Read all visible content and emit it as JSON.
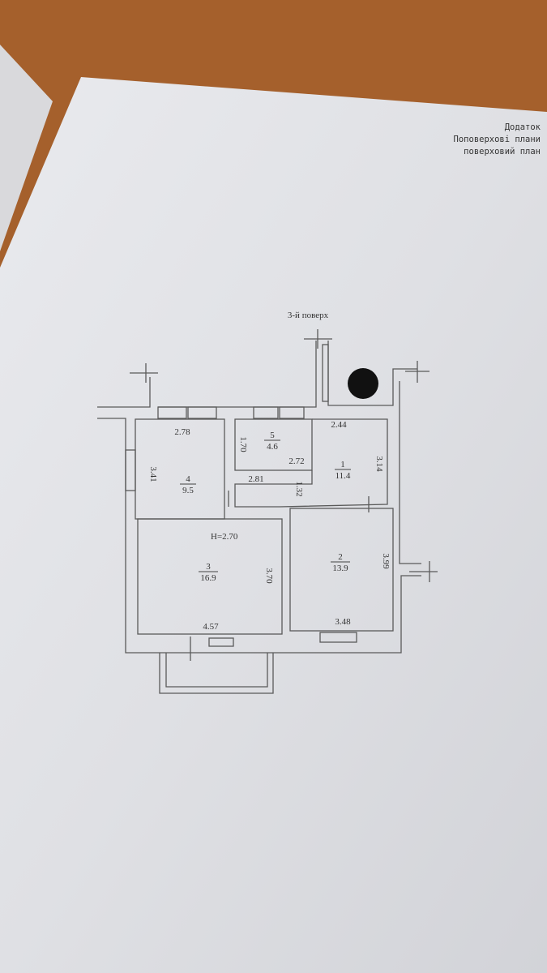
{
  "header": {
    "line1": "Додаток",
    "line2": "Поповерхові плани",
    "line3": "поверховий план"
  },
  "plan": {
    "floor_title": "3-й поверх",
    "ceiling_height": "H=2.70",
    "rooms": [
      {
        "number": "1",
        "area": "11.4"
      },
      {
        "number": "2",
        "area": "13.9"
      },
      {
        "number": "3",
        "area": "16.9"
      },
      {
        "number": "4",
        "area": "9.5"
      },
      {
        "number": "5",
        "area": "4.6"
      }
    ],
    "dimensions": {
      "room4_width": "2.78",
      "room4_depth": "3.41",
      "room5_depth": "1.70",
      "room5_width": "2.72",
      "room1_width": "2.44",
      "room1_depth": "3.14",
      "corridor_width": "2.81",
      "corridor_depth": "1.32",
      "room3_depth": "3.70",
      "room3_width": "4.57",
      "room2_depth": "3.99",
      "room2_width": "3.48"
    }
  }
}
